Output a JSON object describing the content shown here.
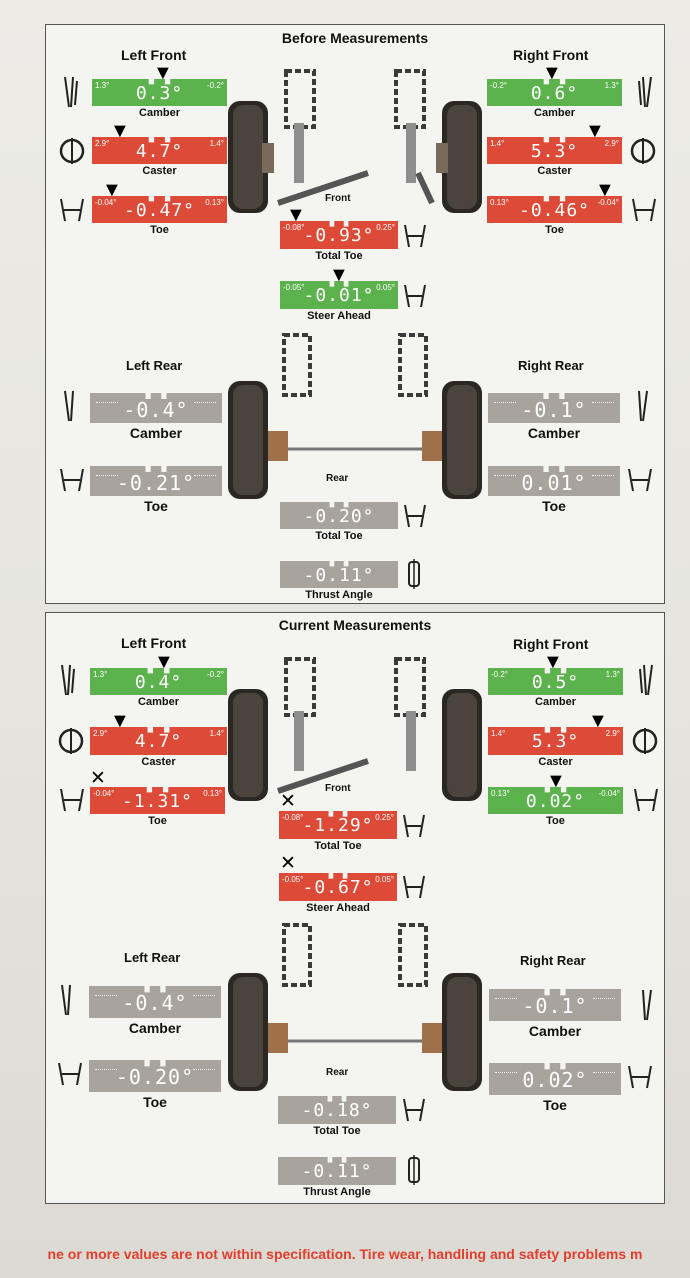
{
  "colors": {
    "in_spec": "#5cb24d",
    "out_of_spec": "#dd4a37",
    "no_spec": "#a9a39d",
    "warning_text": "#e33d2d"
  },
  "before": {
    "title": "Before Measurements",
    "left_front": {
      "title": "Left Front",
      "camber": {
        "label": "Camber",
        "value": "0.3°",
        "min": "1.3°",
        "max": "-0.2°"
      },
      "caster": {
        "label": "Caster",
        "value": "4.7°",
        "min": "2.9°",
        "max": "1.4°"
      },
      "toe": {
        "label": "Toe",
        "value": "-0.47°",
        "min": "-0.04°",
        "max": "0.13°"
      }
    },
    "right_front": {
      "title": "Right Front",
      "camber": {
        "label": "Camber",
        "value": "0.6°",
        "min": "-0.2°",
        "max": "1.3°"
      },
      "caster": {
        "label": "Caster",
        "value": "5.3°",
        "min": "1.4°",
        "max": "2.9°"
      },
      "toe": {
        "label": "Toe",
        "value": "-0.46°",
        "min": "0.13°",
        "max": "-0.04°"
      }
    },
    "front_label": "Front",
    "total_toe": {
      "label": "Total Toe",
      "value": "-0.93°",
      "min": "-0.08°",
      "max": "0.25°"
    },
    "steer_ahead": {
      "label": "Steer Ahead",
      "value": "-0.01°",
      "min": "-0.05°",
      "max": "0.05°"
    },
    "left_rear": {
      "title": "Left Rear",
      "camber": {
        "label": "Camber",
        "value": "-0.4°"
      },
      "toe": {
        "label": "Toe",
        "value": "-0.21°"
      }
    },
    "right_rear": {
      "title": "Right Rear",
      "camber": {
        "label": "Camber",
        "value": "-0.1°"
      },
      "toe": {
        "label": "Toe",
        "value": "0.01°"
      }
    },
    "rear_label": "Rear",
    "rear_total_toe": {
      "label": "Total Toe",
      "value": "-0.20°"
    },
    "thrust_angle": {
      "label": "Thrust Angle",
      "value": "-0.11°"
    }
  },
  "current": {
    "title": "Current Measurements",
    "left_front": {
      "title": "Left Front",
      "camber": {
        "label": "Camber",
        "value": "0.4°",
        "min": "1.3°",
        "max": "-0.2°"
      },
      "caster": {
        "label": "Caster",
        "value": "4.7°",
        "min": "2.9°",
        "max": "1.4°"
      },
      "toe": {
        "label": "Toe",
        "value": "-1.31°",
        "min": "-0.04°",
        "max": "0.13°"
      }
    },
    "right_front": {
      "title": "Right Front",
      "camber": {
        "label": "Camber",
        "value": "0.5°",
        "min": "-0.2°",
        "max": "1.3°"
      },
      "caster": {
        "label": "Caster",
        "value": "5.3°",
        "min": "1.4°",
        "max": "2.9°"
      },
      "toe": {
        "label": "Toe",
        "value": "0.02°",
        "min": "0.13°",
        "max": "-0.04°"
      }
    },
    "front_label": "Front",
    "total_toe": {
      "label": "Total Toe",
      "value": "-1.29°",
      "min": "-0.08°",
      "max": "0.25°"
    },
    "steer_ahead": {
      "label": "Steer Ahead",
      "value": "-0.67°",
      "min": "-0.05°",
      "max": "0.05°"
    },
    "left_rear": {
      "title": "Left Rear",
      "camber": {
        "label": "Camber",
        "value": "-0.4°"
      },
      "toe": {
        "label": "Toe",
        "value": "-0.20°"
      }
    },
    "right_rear": {
      "title": "Right Rear",
      "camber": {
        "label": "Camber",
        "value": "-0.1°"
      },
      "toe": {
        "label": "Toe",
        "value": "0.02°"
      }
    },
    "rear_label": "Rear",
    "rear_total_toe": {
      "label": "Total Toe",
      "value": "-0.18°"
    },
    "thrust_angle": {
      "label": "Thrust Angle",
      "value": "-0.11°"
    }
  },
  "footer": "ne or more values are not within specification.  Tire wear, handling and safety problems m"
}
